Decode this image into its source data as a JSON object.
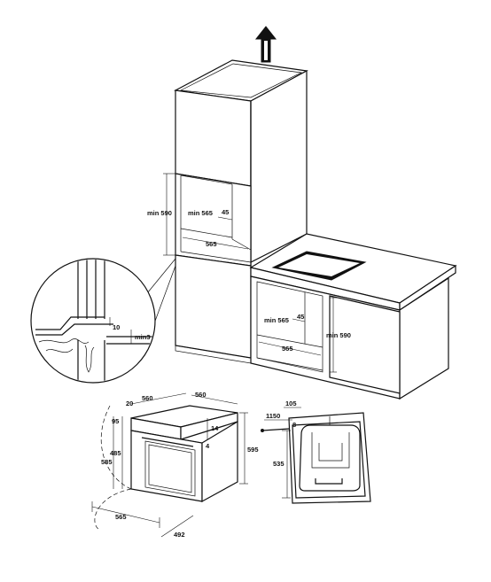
{
  "labels": {
    "tall_min_height": "min 590",
    "tall_min_depth": "min 565",
    "tall_gap": "45",
    "tall_width": "565",
    "detail_gap": "10",
    "detail_min": "min3",
    "base_min_depth": "min 565",
    "base_gap": "45",
    "base_width": "565",
    "base_min_height": "min 590",
    "oven_depth_top": "560",
    "oven_width_top": "560",
    "oven_offset": "20",
    "oven_panel": "95",
    "oven_height_inner": "485",
    "oven_height_front": "585",
    "oven_gap_top": "14",
    "oven_gap_side": "4",
    "oven_total_height": "595",
    "oven_width_bottom": "565",
    "oven_depth_bottom": "492",
    "side_width": "105",
    "side_cable": "1150",
    "side_small": "8",
    "side_height": "535"
  },
  "icons": {
    "arrow": "ventilation-arrow-icon"
  }
}
